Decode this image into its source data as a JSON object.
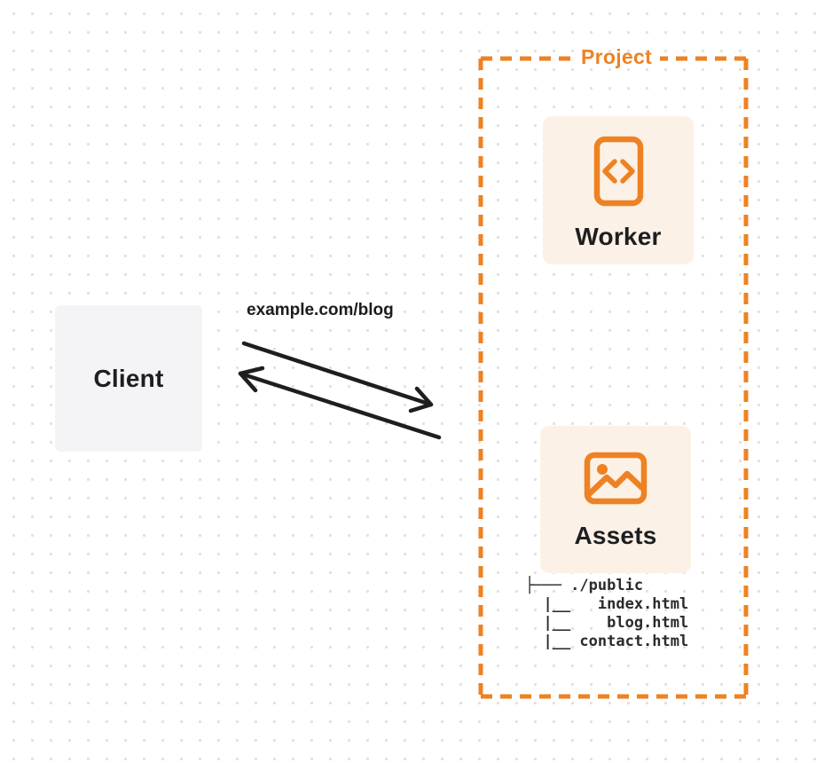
{
  "client": {
    "label": "Client"
  },
  "request": {
    "label": "example.com/blog"
  },
  "project": {
    "label": "Project",
    "worker": {
      "label": "Worker",
      "icon": "code-document-icon"
    },
    "assets": {
      "label": "Assets",
      "icon": "image-icon",
      "file_tree": "├─── ./public\n  |__   index.html\n  |__    blog.html\n  |__ contact.html"
    }
  },
  "colors": {
    "accent_orange": "#ee8223",
    "card_background": "#fcf1e6",
    "client_background": "#f4f4f6",
    "arrow": "#1e1e1e",
    "dot_grid": "#e0e0e2",
    "text_dark": "#1d1e20"
  }
}
